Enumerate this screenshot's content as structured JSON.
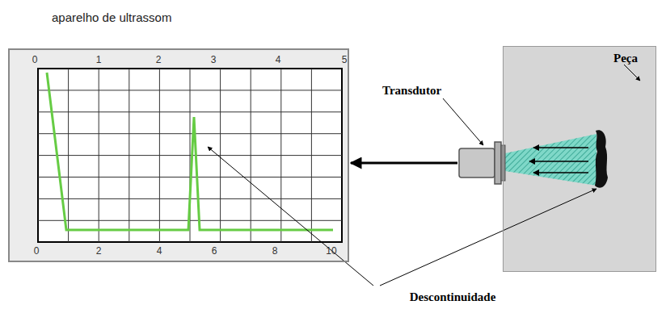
{
  "diagram": {
    "nodes": [
      {
        "text": [
          "aparelho de ultrassom"
        ]
      },
      {
        "text": [
          "Peça"
        ]
      },
      {
        "text": [
          "Transdutor"
        ]
      }
    ],
    "edges": [
      {
        "from": 2,
        "to": 0,
        "arrow": "to"
      }
    ],
    "labels": [
      "0",
      "1",
      "2",
      "3",
      "4",
      "5",
      "0",
      "2",
      "4",
      "6",
      "8",
      "10",
      "Descontinuidade"
    ]
  }
}
